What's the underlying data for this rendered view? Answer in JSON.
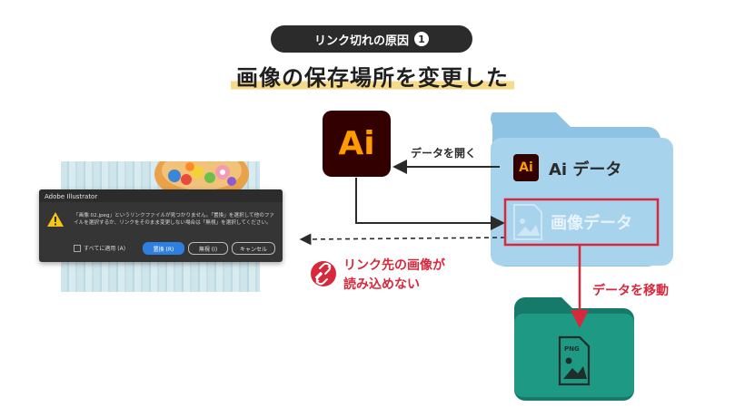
{
  "badge": {
    "text": "リンク切れの原因",
    "number": "1"
  },
  "headline": "画像の保存場所を変更した",
  "dialog": {
    "title": "Adobe Illustrator",
    "message": "「画像 02.jpeg」というリンクファイルが見つかりません。「置換」を選択して他のファイルを選択するか、リンクをそのまま変更しない場合は「無視」を選択してください。",
    "checkbox_label": "すべてに適用 (A)",
    "replace_button": "置換 (R)",
    "ignore_button": "無視 (I)",
    "cancel_button": "キャンセル"
  },
  "app_logo": "Ai",
  "open_label": "データを開く",
  "folder": {
    "ai_item_icon": "Ai",
    "ai_item_label": "Ai データ",
    "image_item_label": "画像データ"
  },
  "error_label": {
    "line1": "リンク先の画像が",
    "line2": "読み込めない"
  },
  "move_label": "データを移動",
  "file_icon_label": "PNG",
  "colors": {
    "dark": "#2b2b2b",
    "highlight": "#f7d98a",
    "ai_bg": "#330000",
    "ai_orange": "#ff9a00",
    "folder_blue": "#a8d3ec",
    "folder_green": "#1e9a84",
    "red": "#d8283c"
  }
}
